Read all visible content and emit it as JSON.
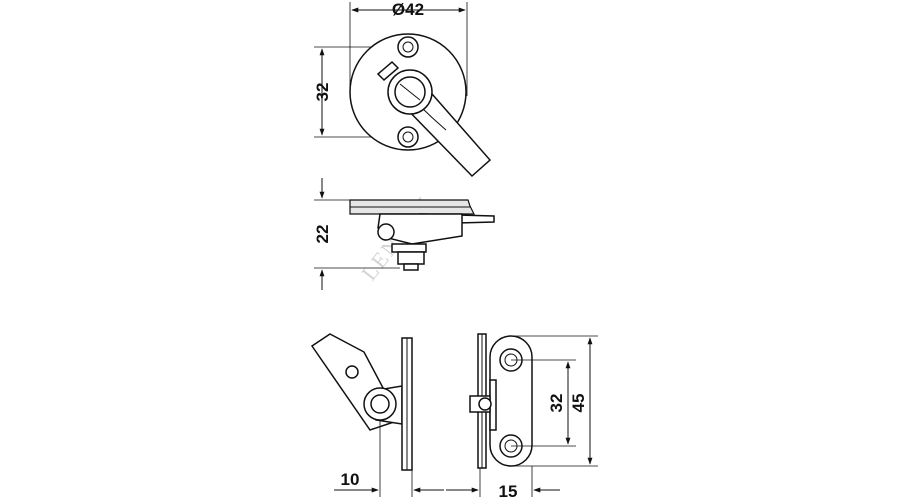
{
  "dimensions": {
    "top_diameter": "Ø42",
    "top_hole_spacing": "32",
    "side_height": "22",
    "bottom_left_offset": "10",
    "bottom_right_depth": "15",
    "bottom_right_hole_spacing": "32",
    "bottom_right_height": "45"
  },
  "watermark": "LENKEN",
  "colors": {
    "line": "#111111",
    "fill_gray": "#e6e6e6",
    "watermark": "#d4d4d4"
  }
}
